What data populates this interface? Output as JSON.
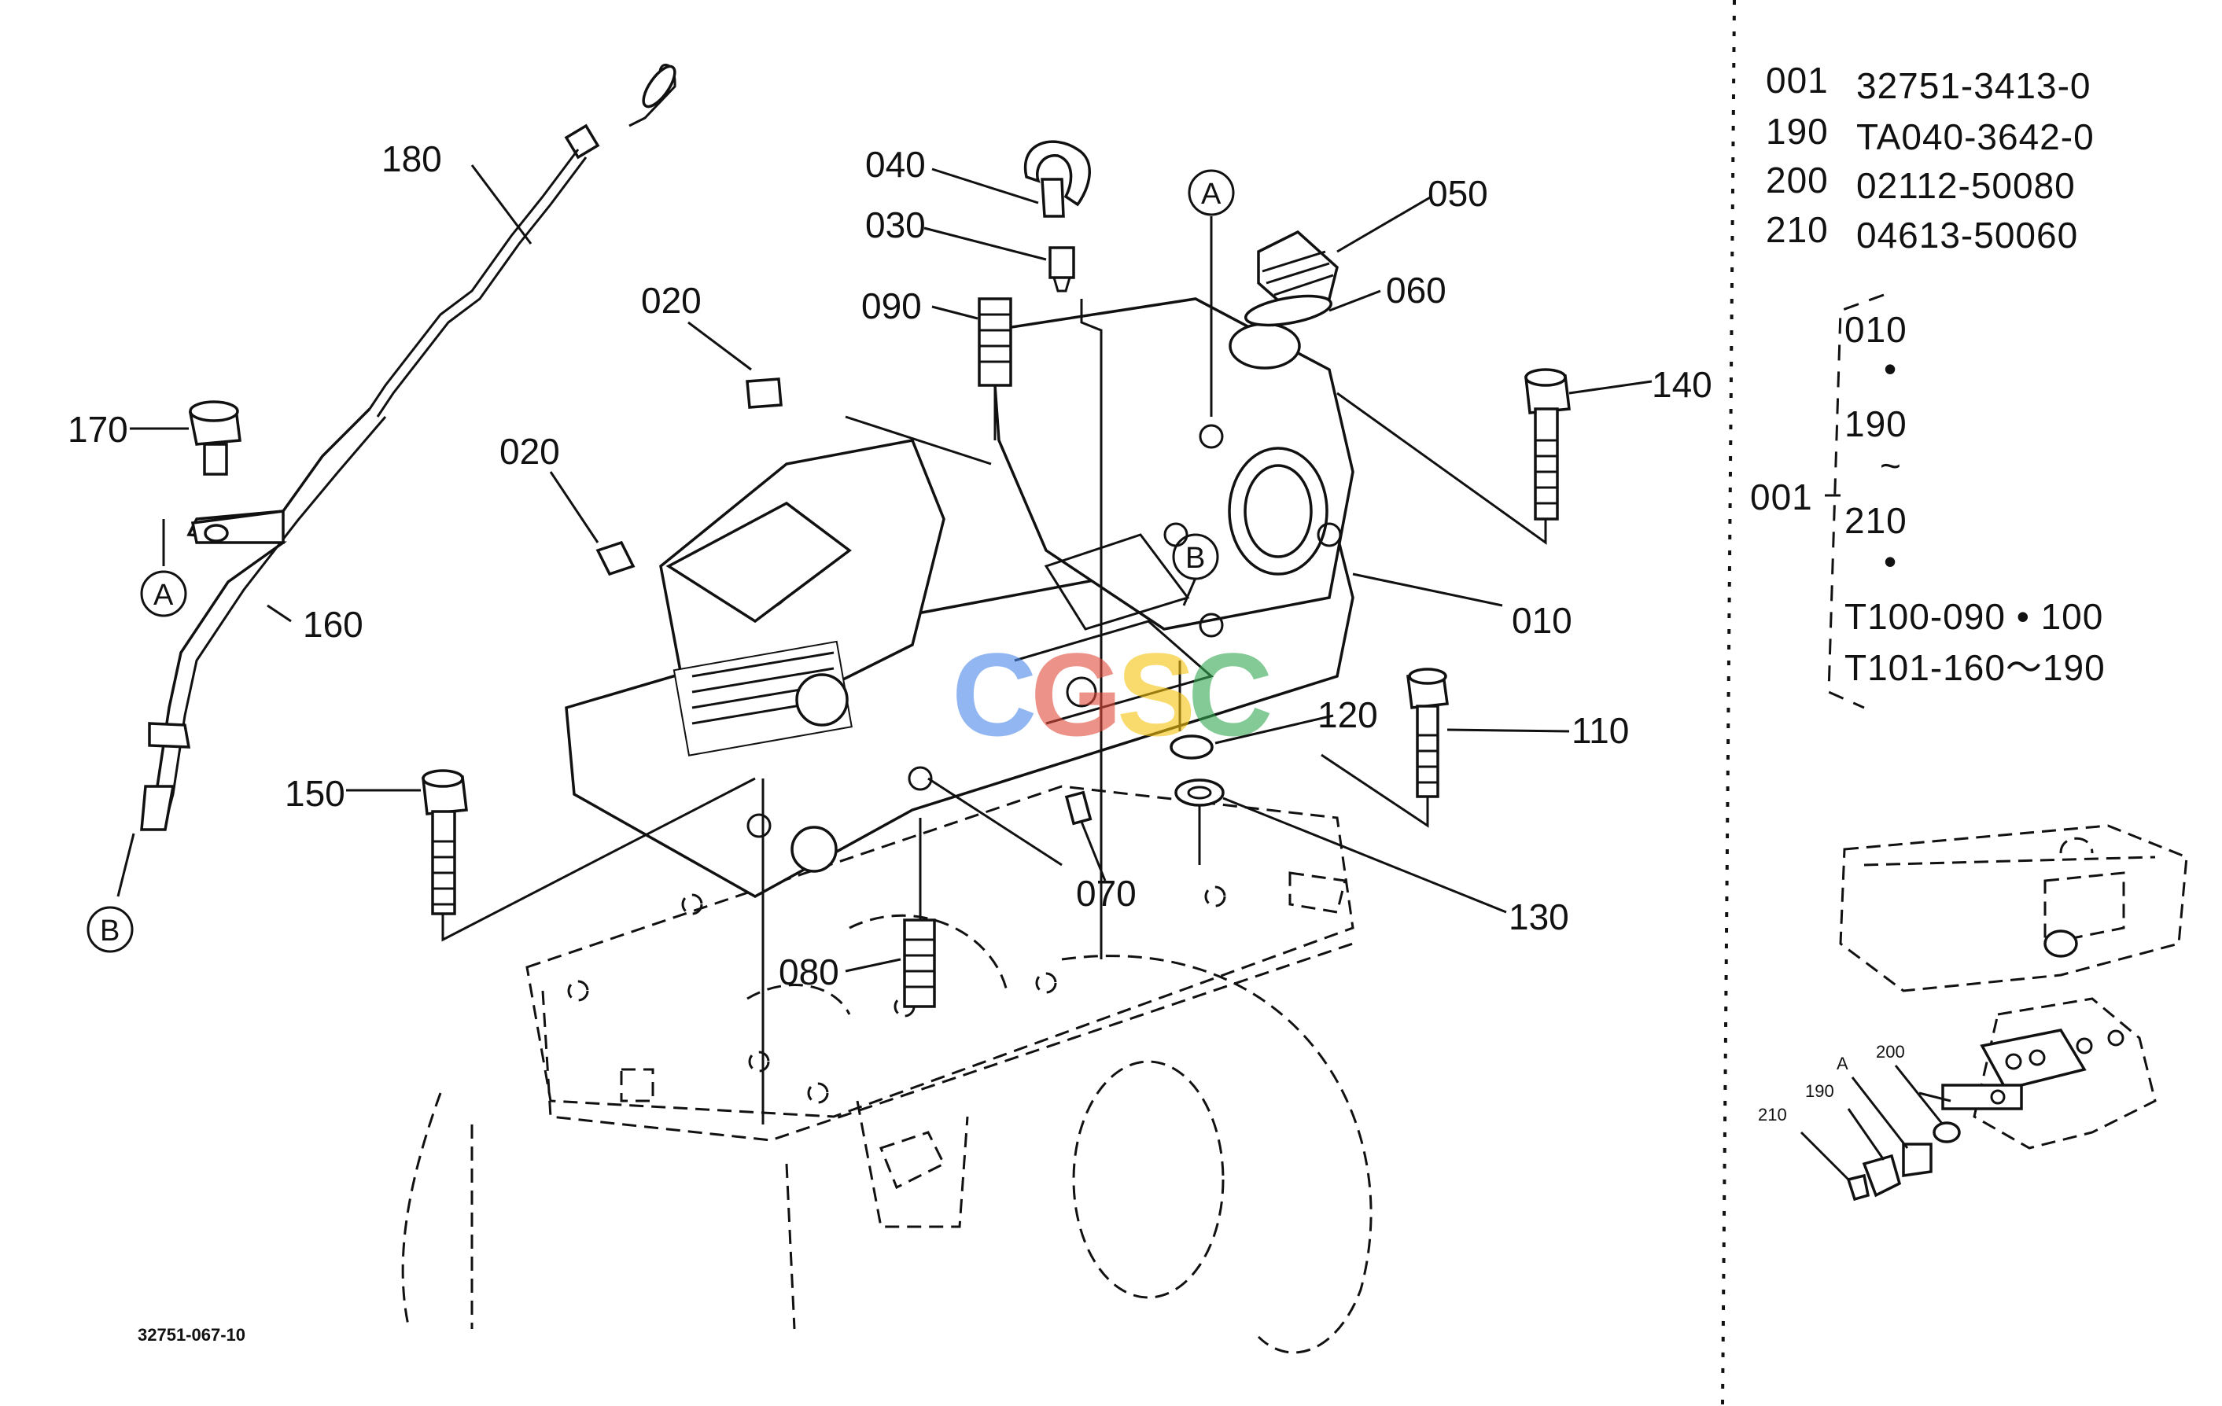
{
  "diagram": {
    "part_labels": {
      "p180": "180",
      "p170": "170",
      "p160": "160",
      "p150": "150",
      "p020a": "020",
      "p020b": "020",
      "p040": "040",
      "p030": "030",
      "p090": "090",
      "p050": "050",
      "p060": "060",
      "p140": "140",
      "p010": "010",
      "p120": "120",
      "p110": "110",
      "p070": "070",
      "p130": "130",
      "p080": "080"
    },
    "markers": {
      "a_left": "A",
      "b_left": "B",
      "a_top": "A",
      "b_mid": "B"
    },
    "watermark": [
      "C",
      "G",
      "S",
      "C"
    ],
    "watermark_colors": [
      "#4a86e8",
      "#e24b3b",
      "#f4c20d",
      "#34a853"
    ],
    "drawing_number": "32751-067-10"
  },
  "parts_table": {
    "rows": [
      {
        "no": "001",
        "code": "32751-3413-0"
      },
      {
        "no": "190",
        "code": "TA040-3642-0"
      },
      {
        "no": "200",
        "code": "02112-50080"
      },
      {
        "no": "210",
        "code": "04613-50060"
      }
    ],
    "group_id": "001",
    "group_items": [
      "010",
      "•",
      "190",
      "~",
      "210",
      "•",
      "T100-090 • 100",
      "T101-160～190"
    ]
  },
  "inset": {
    "labels": {
      "l210": "210",
      "l190": "190",
      "lA": "A",
      "l200": "200"
    }
  }
}
